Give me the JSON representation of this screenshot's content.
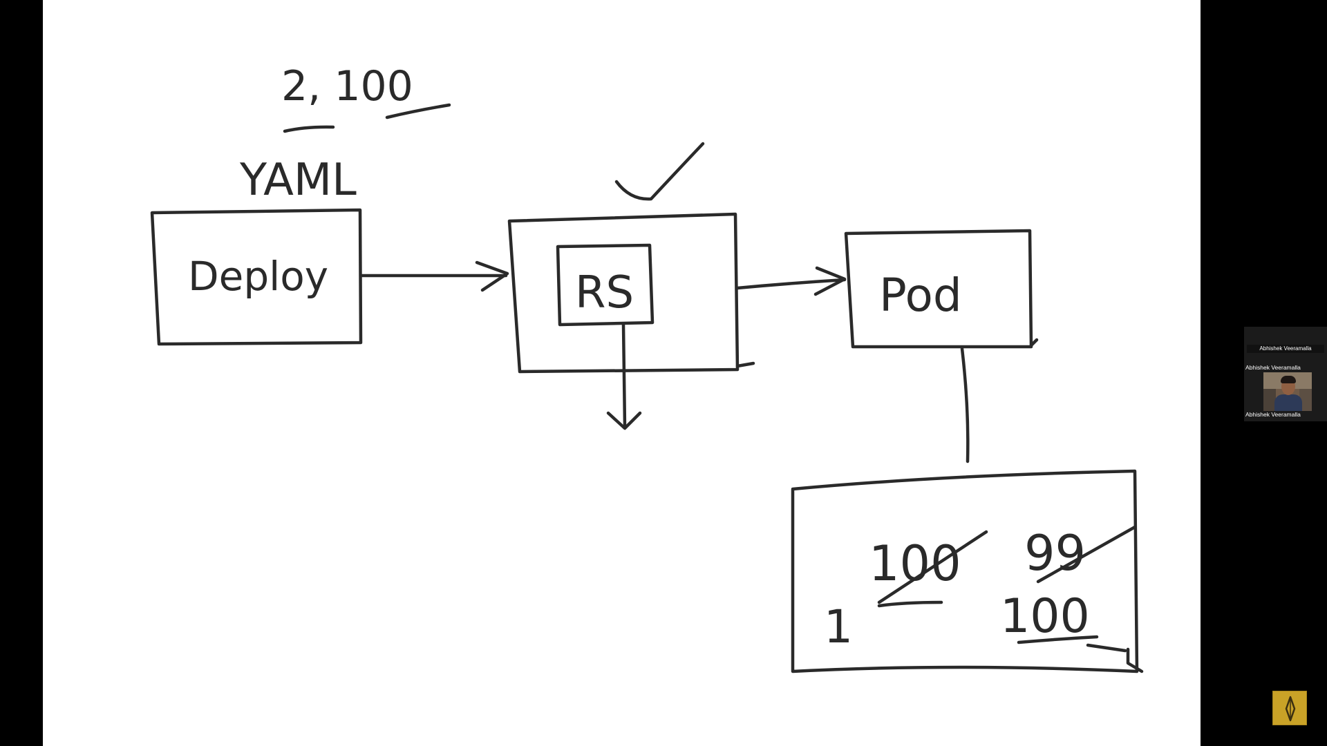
{
  "whiteboard": {
    "ink_color": "#2a2a2a",
    "background_color": "#ffffff",
    "labels": {
      "replicas_top": "2, 100",
      "yaml": "YAML",
      "deploy": "Deploy",
      "rs": "RS",
      "pod": "Pod",
      "count_100_struck": "100",
      "count_99_struck": "99",
      "count_1": "1",
      "count_100": "100"
    }
  },
  "video_tile": {
    "header_name": "Abhishek Veeramalla",
    "participant_name_top": "Abhishek Veeramalla",
    "participant_name_bottom": "Abhishek Veeramalla"
  },
  "corner_badge": {
    "icon": "compass-diamond-icon",
    "color": "#c9a227"
  }
}
